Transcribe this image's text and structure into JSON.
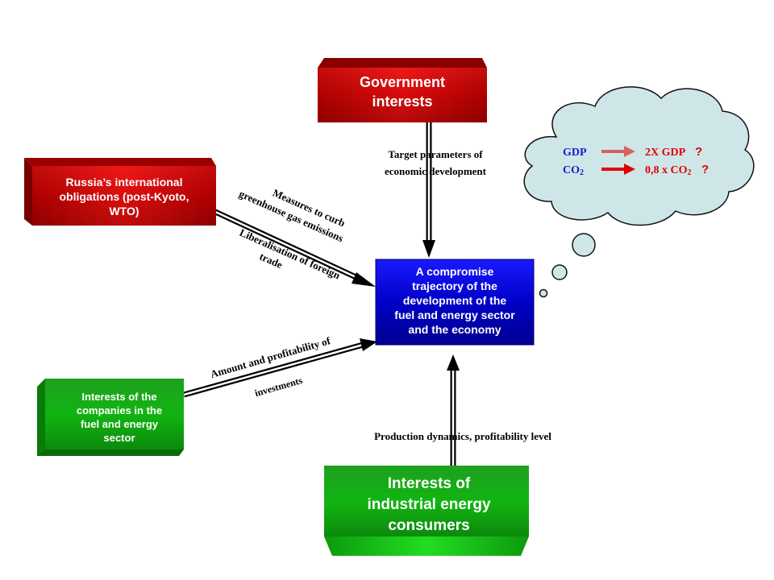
{
  "boxes": {
    "government": {
      "line1": "Government",
      "line2": "interests"
    },
    "russia": {
      "line1": "Russia’s international",
      "line2": "obligations (post-Kyoto,",
      "line3": "WTO)"
    },
    "companies": {
      "line1": "Interests of the",
      "line2": "companies  in the",
      "line3": "fuel and energy",
      "line4": "sector"
    },
    "center": {
      "line1": "A compromise",
      "line2": "trajectory of the",
      "line3": "development of the",
      "line4": "fuel and energy sector",
      "line5": "and the economy"
    },
    "consumers": {
      "line1": "Interests of",
      "line2": "industrial energy",
      "line3": "consumers"
    }
  },
  "labels": {
    "target_line1": "Target parameters of",
    "target_line2": "economic development",
    "measures_line1": "Measures to curb",
    "measures_line2": "greenhouse gas emissions",
    "liberal_line1": "Liberalisation  of foreign",
    "liberal_line2": "trade",
    "amount_line1": "Amount  and profitability  of",
    "amount_line2": "investments",
    "production": "Production  dynamics, profitability  level"
  },
  "cloud": {
    "gdp": "GDP",
    "co2_base": "CO",
    "co2_sub": "2",
    "gdp_target": "2X GDP",
    "co2_target_base": "0,8 x CO",
    "co2_target_sub": "2",
    "question": "?"
  },
  "colors": {
    "red_box": "#c0000a",
    "blue_box": "#0a0ab4",
    "green_box": "#16b416",
    "cloud_fill": "#cfe6e8",
    "cloud_text_blue": "#1a1acc",
    "cloud_text_red": "#e00000"
  }
}
